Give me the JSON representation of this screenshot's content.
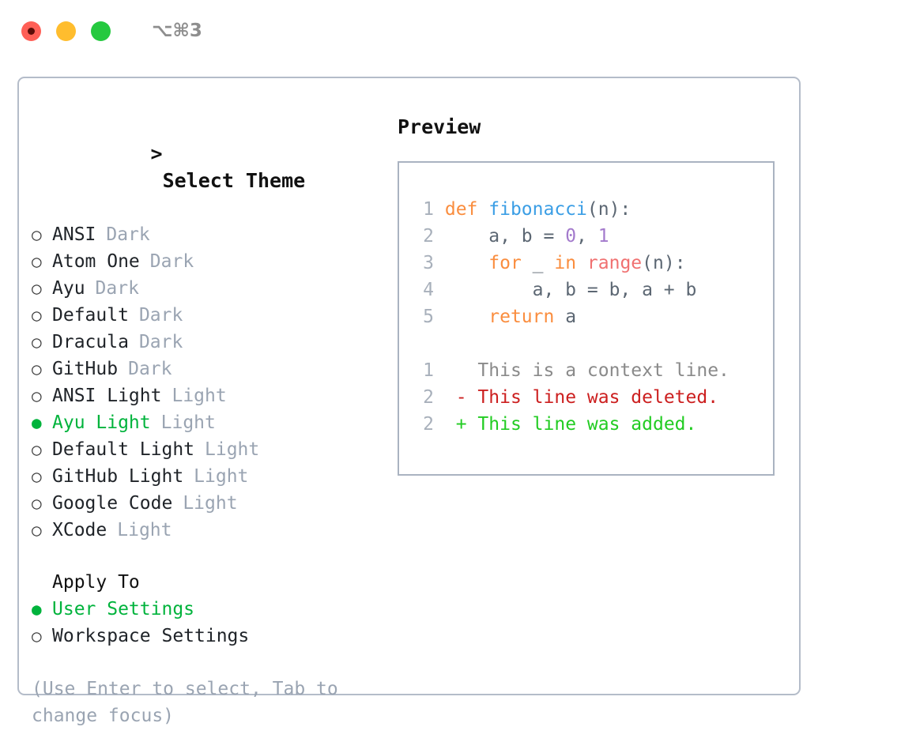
{
  "titlebar": {
    "shortcut": "⌥⌘3",
    "buttons": [
      {
        "name": "close",
        "color": "#ff5f56"
      },
      {
        "name": "minimize",
        "color": "#ffbd2e"
      },
      {
        "name": "maximize",
        "color": "#25c93f"
      }
    ]
  },
  "theme_picker": {
    "header_caret": ">",
    "header": "Select Theme",
    "selected_marker": "●",
    "unselected_marker": "○",
    "items": [
      {
        "marker": "○",
        "label": "ANSI",
        "tag": "Dark",
        "selected": false
      },
      {
        "marker": "○",
        "label": "Atom One",
        "tag": "Dark",
        "selected": false
      },
      {
        "marker": "○",
        "label": "Ayu",
        "tag": "Dark",
        "selected": false
      },
      {
        "marker": "○",
        "label": "Default",
        "tag": "Dark",
        "selected": false
      },
      {
        "marker": "○",
        "label": "Dracula",
        "tag": "Dark",
        "selected": false
      },
      {
        "marker": "○",
        "label": "GitHub",
        "tag": "Dark",
        "selected": false
      },
      {
        "marker": "○",
        "label": "ANSI Light",
        "tag": "Light",
        "selected": false
      },
      {
        "marker": "●",
        "label": "Ayu Light",
        "tag": "Light",
        "selected": true
      },
      {
        "marker": "○",
        "label": "Default Light",
        "tag": "Light",
        "selected": false
      },
      {
        "marker": "○",
        "label": "GitHub Light",
        "tag": "Light",
        "selected": false
      },
      {
        "marker": "○",
        "label": "Google Code",
        "tag": "Light",
        "selected": false
      },
      {
        "marker": "○",
        "label": "XCode",
        "tag": "Light",
        "selected": false
      }
    ]
  },
  "apply_to": {
    "title": "Apply To",
    "items": [
      {
        "marker": "●",
        "label": "User Settings",
        "selected": true
      },
      {
        "marker": "○",
        "label": "Workspace Settings",
        "selected": false
      }
    ]
  },
  "hint": "(Use Enter to select, Tab to change focus)",
  "preview": {
    "title": "Preview",
    "code_lines": [
      {
        "number": "1",
        "tokens": [
          {
            "text": "def ",
            "kind": "kw"
          },
          {
            "text": "fibonacci",
            "kind": "fn"
          },
          {
            "text": "(n):",
            "kind": "punct"
          }
        ]
      },
      {
        "number": "2",
        "tokens": [
          {
            "text": "    a, b = ",
            "kind": "plain"
          },
          {
            "text": "0",
            "kind": "num"
          },
          {
            "text": ", ",
            "kind": "plain"
          },
          {
            "text": "1",
            "kind": "num"
          }
        ]
      },
      {
        "number": "3",
        "tokens": [
          {
            "text": "    ",
            "kind": "plain"
          },
          {
            "text": "for",
            "kind": "kw"
          },
          {
            "text": " _ ",
            "kind": "plain"
          },
          {
            "text": "in",
            "kind": "kw"
          },
          {
            "text": " ",
            "kind": "plain"
          },
          {
            "text": "range",
            "kind": "builtin"
          },
          {
            "text": "(n):",
            "kind": "punct"
          }
        ]
      },
      {
        "number": "4",
        "tokens": [
          {
            "text": "        a, b = b, a + b",
            "kind": "plain"
          }
        ]
      },
      {
        "number": "5",
        "tokens": [
          {
            "text": "    ",
            "kind": "plain"
          },
          {
            "text": "return",
            "kind": "kw"
          },
          {
            "text": " a",
            "kind": "plain"
          }
        ]
      }
    ],
    "diff_lines": [
      {
        "number": "1",
        "sign": " ",
        "text": "This is a context line.",
        "kind": "context"
      },
      {
        "number": "2",
        "sign": "-",
        "text": "This line was deleted.",
        "kind": "deleted"
      },
      {
        "number": "2",
        "sign": "+",
        "text": "This line was added.",
        "kind": "added"
      }
    ]
  },
  "colors": {
    "accent_green": "#00b33c",
    "muted_gray": "#9aa4b2",
    "border": "#b4bcc9",
    "preview_border": "#aab3c1",
    "keyword": "#fa8d3e",
    "function": "#3b9ee5",
    "number": "#a37acc",
    "builtin": "#f07171",
    "punctuation": "#5c6773",
    "diff_deleted": "#cc1f1f",
    "diff_added": "#22cc22",
    "diff_context": "#8a8a8a"
  }
}
